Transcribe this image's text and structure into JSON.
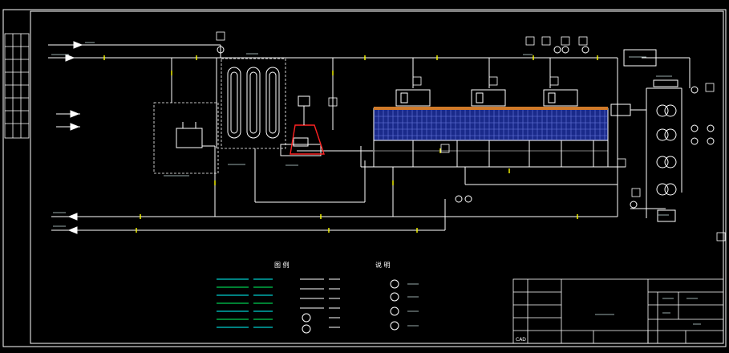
{
  "colors": {
    "background": "#000000",
    "line": "#ffffff",
    "pipe_yellow": "#ffff00",
    "pipe_green": "#00ff66",
    "pipe_cyan": "#00ffff",
    "panel_blue": "#1a2a8a",
    "panel_top": "#d07a2a",
    "valve_red": "#ff2222"
  },
  "labels": {
    "cad": "CAD",
    "legend_heading_a": "图 例",
    "legend_heading_b": "说 明"
  },
  "icons": {
    "pump": "pump-icon",
    "valve": "valve-icon",
    "gauge": "gauge-icon"
  }
}
